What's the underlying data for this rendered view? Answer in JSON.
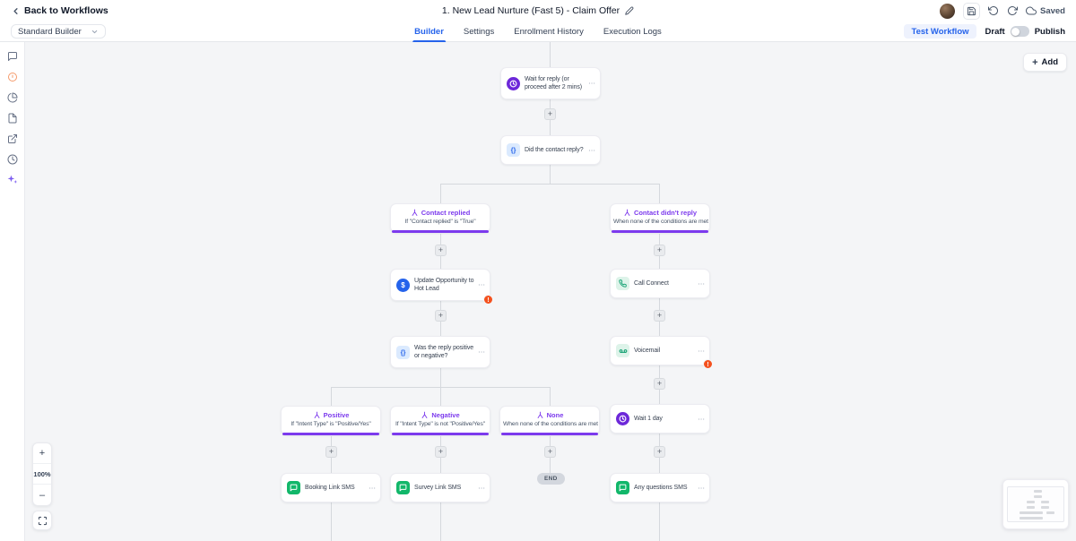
{
  "header": {
    "back_label": "Back to Workflows",
    "title": "1. New Lead Nurture (Fast 5) - Claim Offer",
    "saved_label": "Saved"
  },
  "toolbar": {
    "builder_select": "Standard Builder",
    "tabs": [
      {
        "label": "Builder",
        "active": true
      },
      {
        "label": "Settings",
        "active": false
      },
      {
        "label": "Enrollment History",
        "active": false
      },
      {
        "label": "Execution Logs",
        "active": false
      }
    ],
    "test_workflow_label": "Test Workflow",
    "draft_label": "Draft",
    "publish_label": "Publish",
    "publish_state": "Draft"
  },
  "sidebar": {
    "icons": [
      "comment-icon",
      "status-circle-icon",
      "pie-chart-icon",
      "document-icon",
      "external-link-icon",
      "history-icon",
      "ai-sparkles-icon"
    ]
  },
  "canvas": {
    "add_button_label": "Add",
    "zoom_level": "100%",
    "end_label": "END",
    "menu_ellipsis": "⋯",
    "nodes": [
      {
        "icon": "wait-icon",
        "title": "Wait for reply (or proceed after 2 mins)"
      },
      {
        "icon": "condition-icon",
        "title": "Did the contact reply?"
      },
      {
        "icon": "branch-icon",
        "title": "Contact replied",
        "subtitle": "If \"Contact replied\" is \"True\""
      },
      {
        "icon": "branch-icon",
        "title": "Contact didn't reply",
        "subtitle": "When none of the conditions are met"
      },
      {
        "icon": "opportunity-icon",
        "title": "Update Opportunity to Hot Lead",
        "error": true
      },
      {
        "icon": "phone-icon",
        "title": "Call Connect"
      },
      {
        "icon": "condition-icon",
        "title": "Was the reply positive or negative?"
      },
      {
        "icon": "voicemail-icon",
        "title": "Voicemail",
        "error": true
      },
      {
        "icon": "branch-icon",
        "title": "Positive",
        "subtitle": "If \"Intent Type\" is \"Positive/Yes\""
      },
      {
        "icon": "branch-icon",
        "title": "Negative",
        "subtitle": "If \"Intent Type\" is not \"Positive/Yes\""
      },
      {
        "icon": "branch-icon",
        "title": "None",
        "subtitle": "When none of the conditions are met"
      },
      {
        "icon": "wait-icon",
        "title": "Wait 1 day"
      },
      {
        "icon": "sms-icon",
        "title": "Booking Link SMS"
      },
      {
        "icon": "sms-icon",
        "title": "Survey Link SMS"
      },
      {
        "icon": "sms-icon",
        "title": "Any questions SMS"
      }
    ]
  },
  "colors": {
    "accent_blue": "#2563eb",
    "branch_purple": "#7c3aed",
    "wait_purple": "#6d28d9",
    "green": "#12b76a",
    "error_orange": "#f4511e",
    "canvas_bg": "#f4f5f7"
  }
}
